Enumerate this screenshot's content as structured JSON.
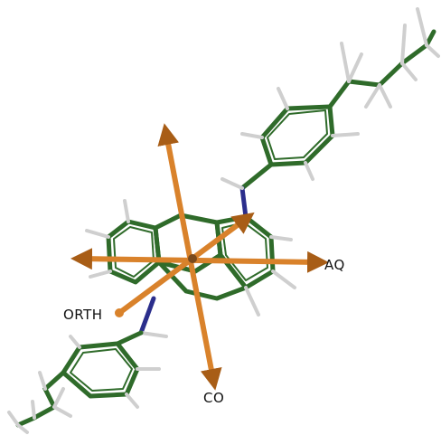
{
  "labels": {
    "aq": "AQ",
    "orth": "ORTH",
    "co": "CO"
  },
  "colors": {
    "bond": "#2f6b2a",
    "bond_dark": "#1f4a1c",
    "hydrogen": "#d9d9d9",
    "nitrogen": "#2b2e8c",
    "arrow": "#d9822b",
    "arrow_dark": "#a85d16"
  },
  "icons": [
    "molecule-stick-model",
    "vector-arrow"
  ]
}
